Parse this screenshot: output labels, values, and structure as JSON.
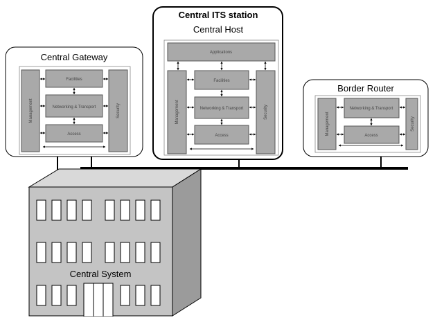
{
  "central_its_station": {
    "title": "Central ITS station",
    "host_label": "Central Host"
  },
  "central_gateway": {
    "title": "Central Gateway"
  },
  "border_router": {
    "title": "Border Router"
  },
  "central_system": {
    "label": "Central System"
  },
  "layers": {
    "applications": "Applications",
    "facilities": "Facilities",
    "networking_transport": "Networking & Transport",
    "access": "Access",
    "management": "Management",
    "security": "Security"
  },
  "colors": {
    "layer_fill": "#a9a9a9",
    "building_front": "#c4c4c4",
    "building_side": "#9b9b9b",
    "building_top": "#d9d9d9",
    "line": "#000000"
  }
}
